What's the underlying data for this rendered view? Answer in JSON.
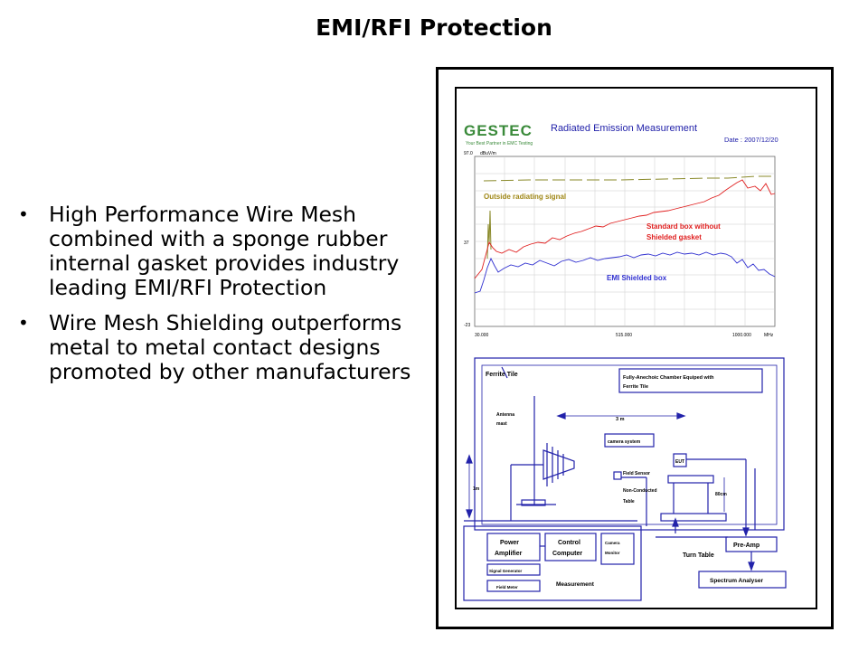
{
  "slide": {
    "title": "EMI/RFI Protection",
    "bullets": [
      "High Performance Wire Mesh combined with a sponge rubber internal gasket provides industry leading EMI/RFI Protection",
      "Wire Mesh Shielding outperforms metal to metal contact designs promoted by other manufacturers"
    ]
  },
  "figure": {
    "logo_text": "GESTEC",
    "logo_tagline": "Your Best Partner in EMC Testing",
    "chart_title": "Radiated Emission Measurement",
    "date": "Date : 2007/12/20",
    "y_unit": "dBuV/m",
    "y_top": "97.0",
    "y_mid": "37",
    "y_bottom": "-23",
    "x_left": "30.000",
    "x_mid": "515.000",
    "x_right": "1000.000",
    "x_unit": "MHz",
    "annot_outside": "Outside radiating signal",
    "annot_standard_1": "Standard box without",
    "annot_standard_2": "Shielded gasket",
    "annot_shielded": "EMI Shielded box",
    "colors": {
      "outside": "#8a8a2a",
      "standard": "#e02020",
      "shielded": "#3030d0",
      "logo": "#3a8a3a",
      "annot_title": "#2222aa"
    },
    "diagram": {
      "ferrite_tile": "Ferrite Tile",
      "chamber_label_1": "Fully-Anechoic Chamber Equiped with",
      "chamber_label_2": "Ferrite Tile",
      "antenna_1": "Antenna",
      "antenna_2": "mast",
      "distance": "3 m",
      "camera_system": "camera system",
      "eut": "EUT",
      "field_sensor": "Field Sensor",
      "non_conducted_1": "Non-Conducted",
      "non_conducted_2": "Table",
      "height_1m": "1m",
      "height_80cm": "80cm",
      "power_amp_1": "Power",
      "power_amp_2": "Amplifier",
      "control_1": "Control",
      "control_2": "Computer",
      "camera_monitor_1": "Camera",
      "camera_monitor_2": "Monitor",
      "turn_table": "Turn Table",
      "pre_amp": "Pre-Amp",
      "signal_generator": "Signal Generator",
      "field_meter": "Field Meter",
      "measurement": "Measurement",
      "spectrum_analyser": "Spectrum Analyser"
    }
  }
}
